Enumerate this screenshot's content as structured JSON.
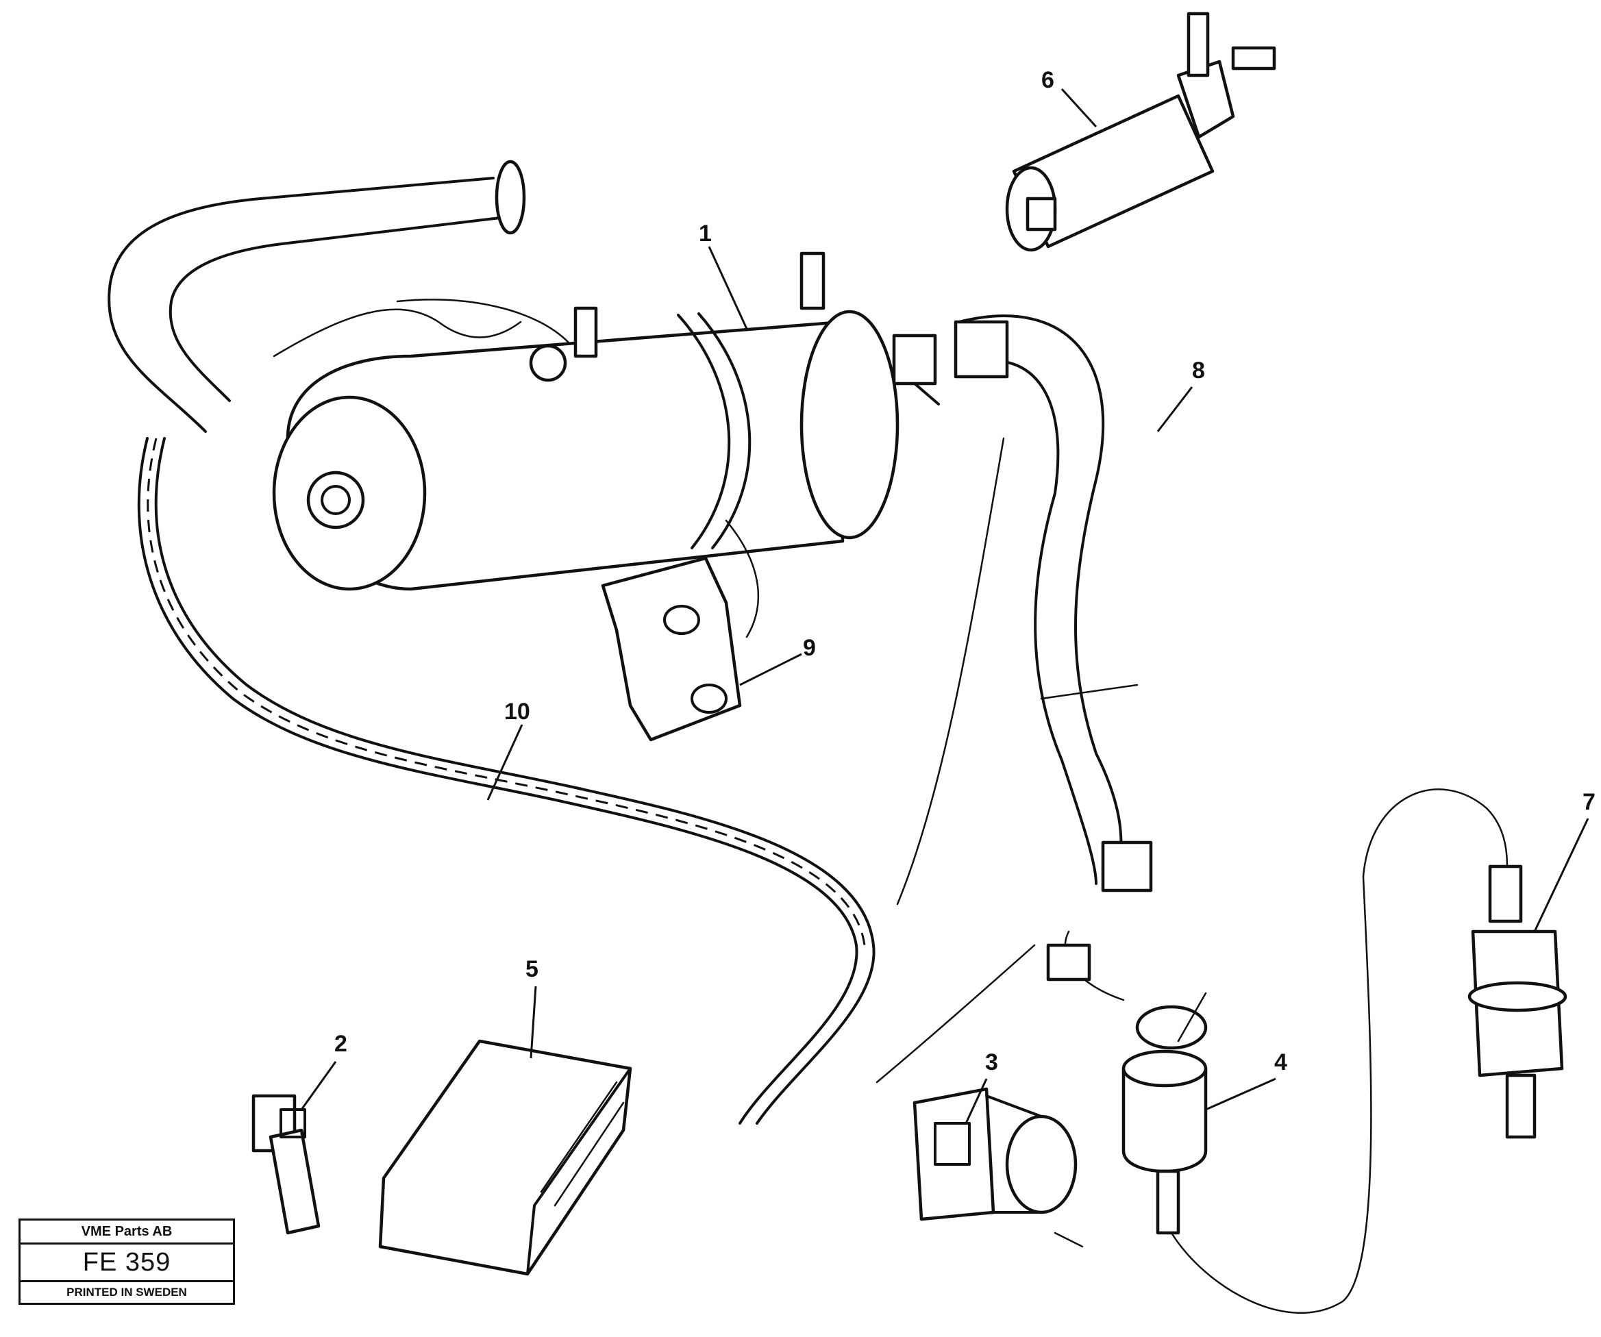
{
  "title_block": {
    "company": "VME Parts AB",
    "code": "FE 359",
    "printed": "PRINTED IN SWEDEN"
  },
  "callouts": [
    {
      "label": "1"
    },
    {
      "label": "2"
    },
    {
      "label": "3"
    },
    {
      "label": "4"
    },
    {
      "label": "5"
    },
    {
      "label": "6"
    },
    {
      "label": "7"
    },
    {
      "label": "8"
    },
    {
      "label": "9"
    },
    {
      "label": "10"
    }
  ]
}
